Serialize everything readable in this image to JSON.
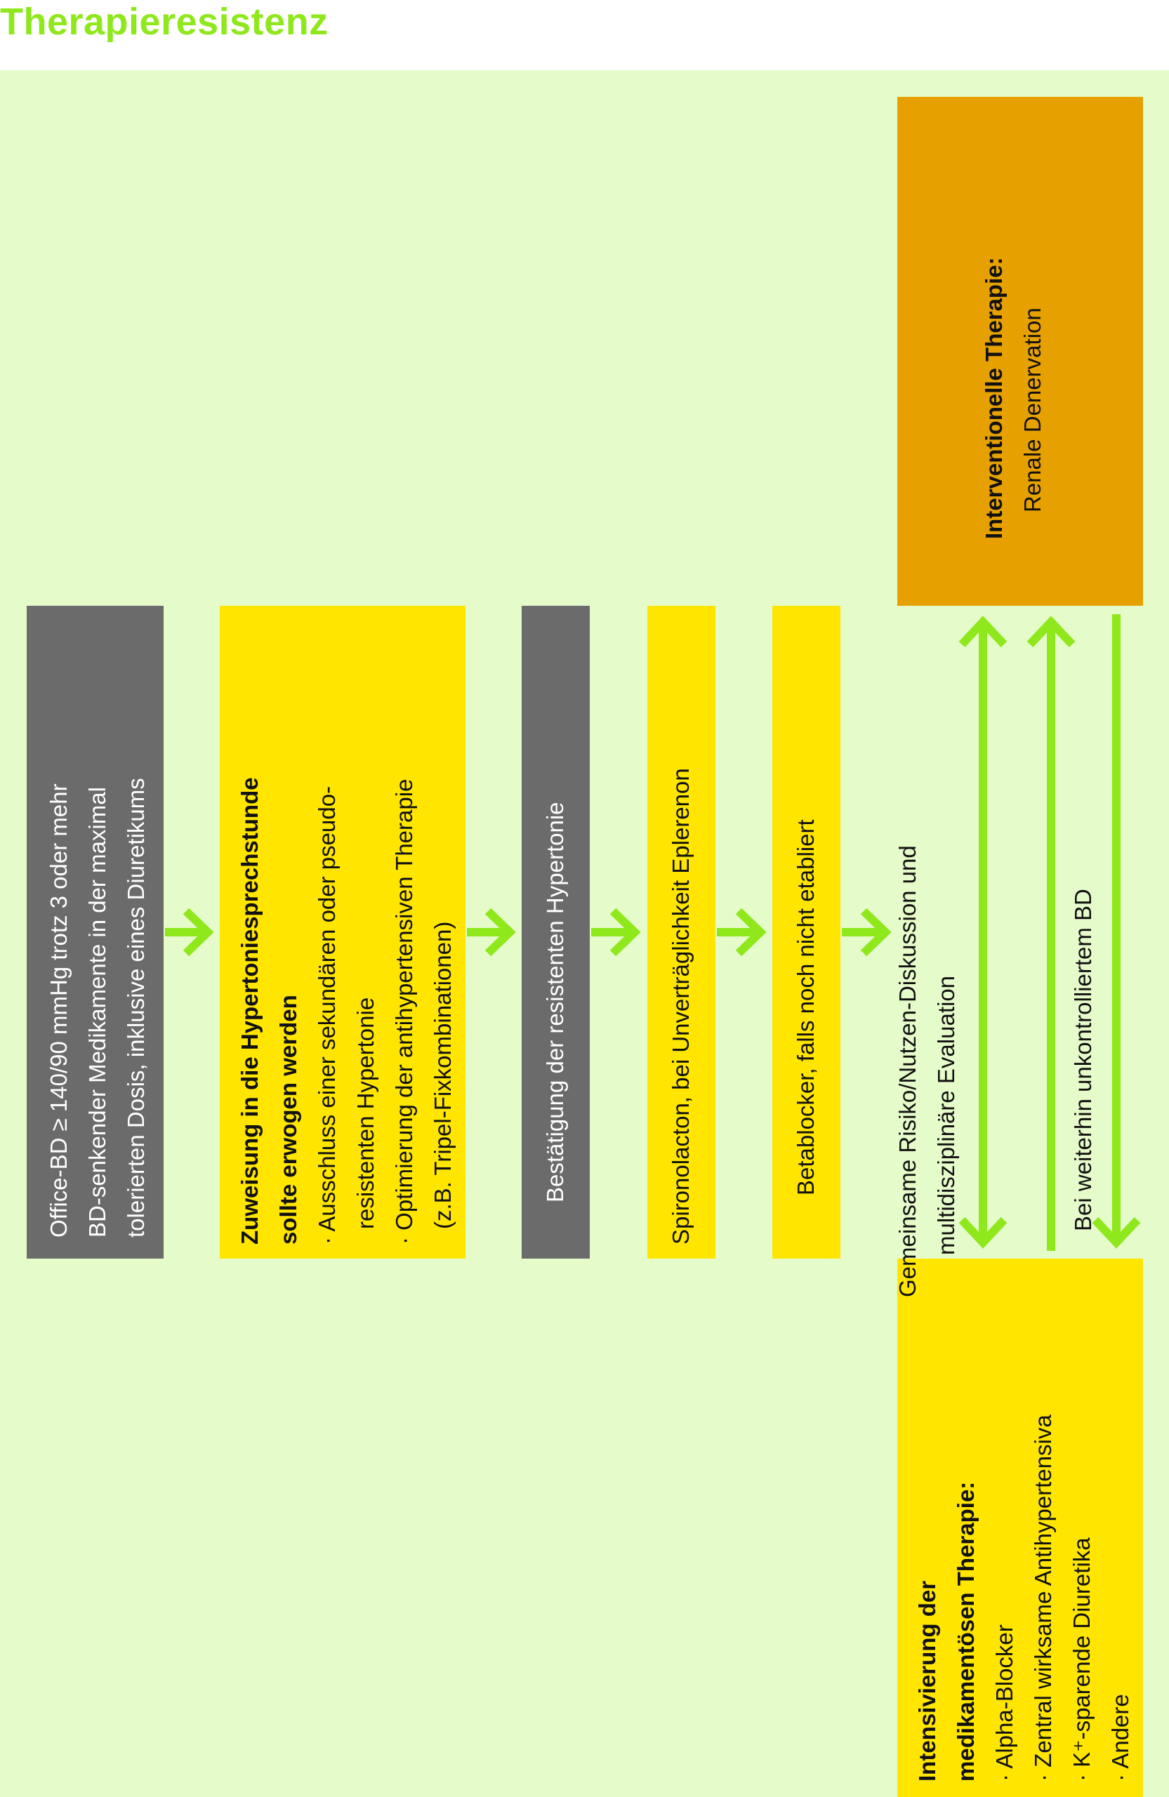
{
  "title": "Therapieresistenz",
  "colors": {
    "title_green": "#8fe81c",
    "background": "#e6fbca",
    "dark_box": "#6b6b6b",
    "yellow_box": "#ffe500",
    "orange_box": "#e6a100",
    "arrow_green": "#8fe81c"
  },
  "boxes": {
    "office_bd": {
      "lines": [
        "Office-BD ≥ 140/90 mmHg trotz 3 oder mehr",
        "BD-senkender Medikamente in der maximal",
        "tolerierten Dosis, inklusive eines Diuretikums"
      ]
    },
    "zuweisung": {
      "heading_1": "Zuweisung in die Hypertoniesprechstunde",
      "heading_2": "sollte erwogen werden",
      "items": [
        [
          "· Ausschluss einer sekundären oder pseudo-",
          "resistenten Hypertonie"
        ],
        [
          "· Optimierung der antihypertensiven Therapie",
          "(z.B. Tripel-Fixkombinationen)"
        ]
      ]
    },
    "bestaetigung": {
      "text": "Bestätigung der resistenten Hypertonie"
    },
    "spironolacton": {
      "text": "Spironolacton, bei Unverträglichkeit Eplerenon"
    },
    "betablocker": {
      "text": "Betablocker, falls noch nicht etabliert"
    },
    "intensivierung": {
      "heading_1": "Intensivierung der",
      "heading_2": "medikamentösen Therapie:",
      "items": [
        "· Alpha-Blocker",
        "· Zentral wirksame Antihypertensiva",
        "· K⁺-sparende Diuretika",
        "· Andere"
      ]
    },
    "interventionell": {
      "heading": "Interventionelle Therapie:",
      "text": "Renale Denervation"
    }
  },
  "arrow_labels": {
    "risk_line_1": "Gemeinsame Risiko/Nutzen-Diskussion und",
    "risk_line_2": "multidisziplinäre Evaluation",
    "uncontrolled": "Bei weiterhin unkontrolliertem BD"
  }
}
